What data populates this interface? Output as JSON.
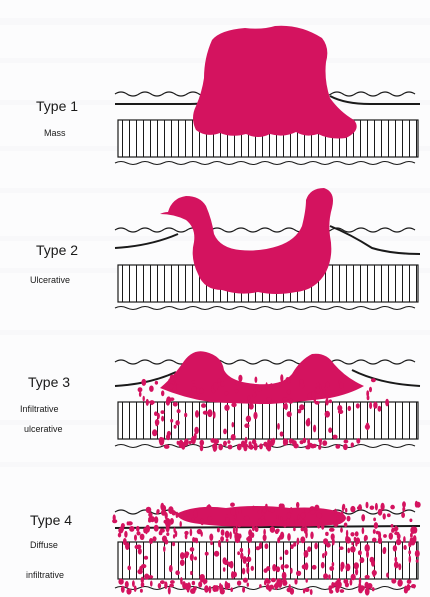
{
  "colors": {
    "tumor": "#d4135f",
    "ink": "#1a1a1a",
    "page": "#e9e9ee",
    "panel": "#ffffff"
  },
  "panels": [
    {
      "title": "Type 1",
      "subtitle_lines": [
        "Mass"
      ]
    },
    {
      "title": "Type 2",
      "subtitle_lines": [
        "Ulcerative"
      ]
    },
    {
      "title": "Type 3",
      "subtitle_lines": [
        "Infiltrative",
        "ulcerative"
      ]
    },
    {
      "title": "Type 4",
      "subtitle_lines": [
        "Diffuse",
        "infiltrative"
      ]
    }
  ]
}
